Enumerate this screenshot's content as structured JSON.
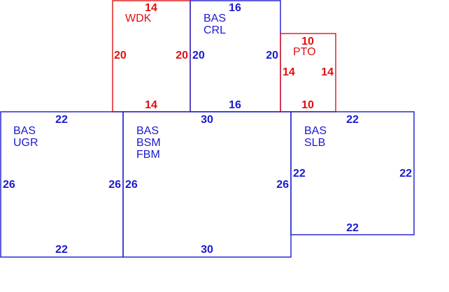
{
  "colors": {
    "blue": "#1a1ad0",
    "red": "#e01010"
  },
  "rooms": [
    {
      "id": "wdk",
      "color": "red",
      "labels": [
        "WDK"
      ],
      "dims": {
        "top": "14",
        "bottom": "14",
        "left": "20",
        "right": "20"
      }
    },
    {
      "id": "bas-crl",
      "color": "blue",
      "labels": [
        "BAS",
        "CRL"
      ],
      "dims": {
        "top": "16",
        "bottom": "16",
        "left": "20",
        "right": "20"
      }
    },
    {
      "id": "pto",
      "color": "red",
      "labels": [
        "PTO"
      ],
      "dims": {
        "top": "10",
        "bottom": "10",
        "left": "14",
        "right": "14"
      }
    },
    {
      "id": "bas-ugr",
      "color": "blue",
      "labels": [
        "BAS",
        "UGR"
      ],
      "dims": {
        "top": "22",
        "bottom": "22",
        "left": "26",
        "right": "26"
      }
    },
    {
      "id": "bas-bsm-fbm",
      "color": "blue",
      "labels": [
        "BAS",
        "BSM",
        "FBM"
      ],
      "dims": {
        "top": "30",
        "bottom": "30",
        "left": "26",
        "right": "26"
      }
    },
    {
      "id": "bas-slb",
      "color": "blue",
      "labels": [
        "BAS",
        "SLB"
      ],
      "dims": {
        "top": "22",
        "bottom": "22",
        "left": "22",
        "right": "22"
      }
    }
  ]
}
